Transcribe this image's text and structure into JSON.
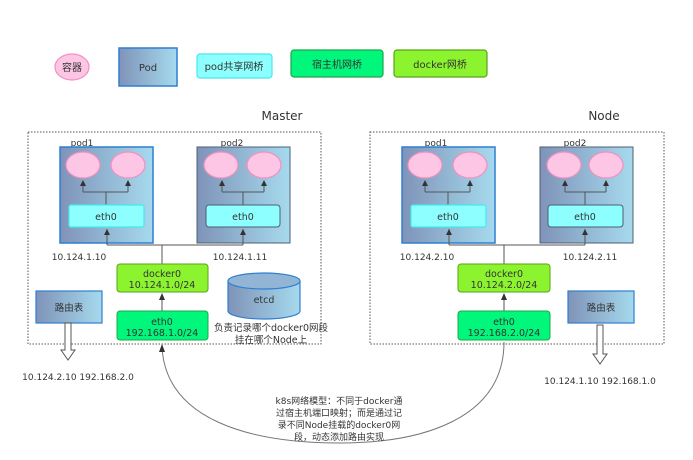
{
  "colors": {
    "container_fill": "#fcc6e4",
    "container_stroke": "#f28fc0",
    "pod_fill_left": "#7f93b8",
    "pod_fill_right": "#a6daee",
    "pod_stroke_primary": "#2f7fd0",
    "pod_stroke_secondary": "#4d5e73",
    "pod_bridge_fill": "#8effff",
    "pod_bridge_stroke": "#44e8f0",
    "host_bridge_fill": "#00f77c",
    "host_bridge_stroke": "#1fa64a",
    "docker_bridge_fill": "#8cf42f",
    "docker_bridge_stroke": "#5aa21a",
    "line": "#555555"
  },
  "legend": [
    {
      "key": "container",
      "label": "容器"
    },
    {
      "key": "pod",
      "label": "Pod"
    },
    {
      "key": "pod-bridge",
      "label": "pod共享网桥"
    },
    {
      "key": "host-bridge",
      "label": "宿主机网桥"
    },
    {
      "key": "docker-bridge",
      "label": "docker网桥"
    }
  ],
  "hosts": [
    {
      "id": "master",
      "title": "Master",
      "pods": [
        {
          "name": "pod1",
          "bridge": "eth0",
          "ip": "10.124.1.10"
        },
        {
          "name": "pod2",
          "bridge": "eth0",
          "ip": "10.124.1.11"
        }
      ],
      "docker0": {
        "name": "docker0",
        "cidr": "10.124.1.0/24"
      },
      "eth0": {
        "name": "eth0",
        "cidr": "192.168.1.0/24"
      },
      "route_table": {
        "label": "路由表",
        "target": "10.124.2.10   192.168.2.0"
      },
      "etcd": {
        "label": "etcd",
        "note_line1": "负责记录哪个docker0网段",
        "note_line2": "挂在哪个Node上"
      }
    },
    {
      "id": "node",
      "title": "Node",
      "pods": [
        {
          "name": "pod1",
          "bridge": "eth0",
          "ip": "10.124.2.10"
        },
        {
          "name": "pod2",
          "bridge": "eth0",
          "ip": "10.124.2.11"
        }
      ],
      "docker0": {
        "name": "docker0",
        "cidr": "10.124.2.0/24"
      },
      "eth0": {
        "name": "eth0",
        "cidr": "192.168.2.0/24"
      },
      "route_table": {
        "label": "路由表",
        "target": "10.124.1.10   192.168.1.0"
      }
    }
  ],
  "annotation": {
    "lines": [
      "k8s网络模型：不同于docker通",
      "过宿主机端口映射；而是通过记",
      "录不同Node挂载的docker0网",
      "段，动态添加路由实现"
    ]
  }
}
